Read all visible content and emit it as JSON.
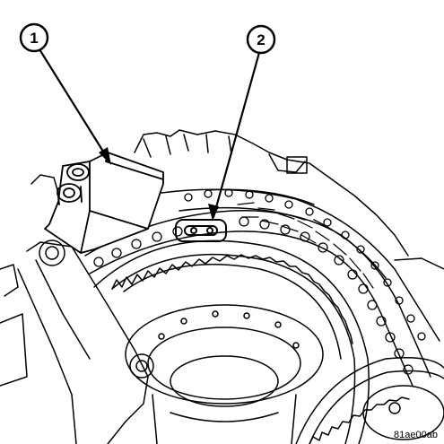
{
  "callouts": [
    {
      "number": "1",
      "target": "timing-chain-guide-tool"
    },
    {
      "number": "2",
      "target": "chain-link-marking"
    }
  ],
  "figure_id": "81ae00ab",
  "colors": {
    "line": "#000000",
    "background": "#ffffff"
  }
}
